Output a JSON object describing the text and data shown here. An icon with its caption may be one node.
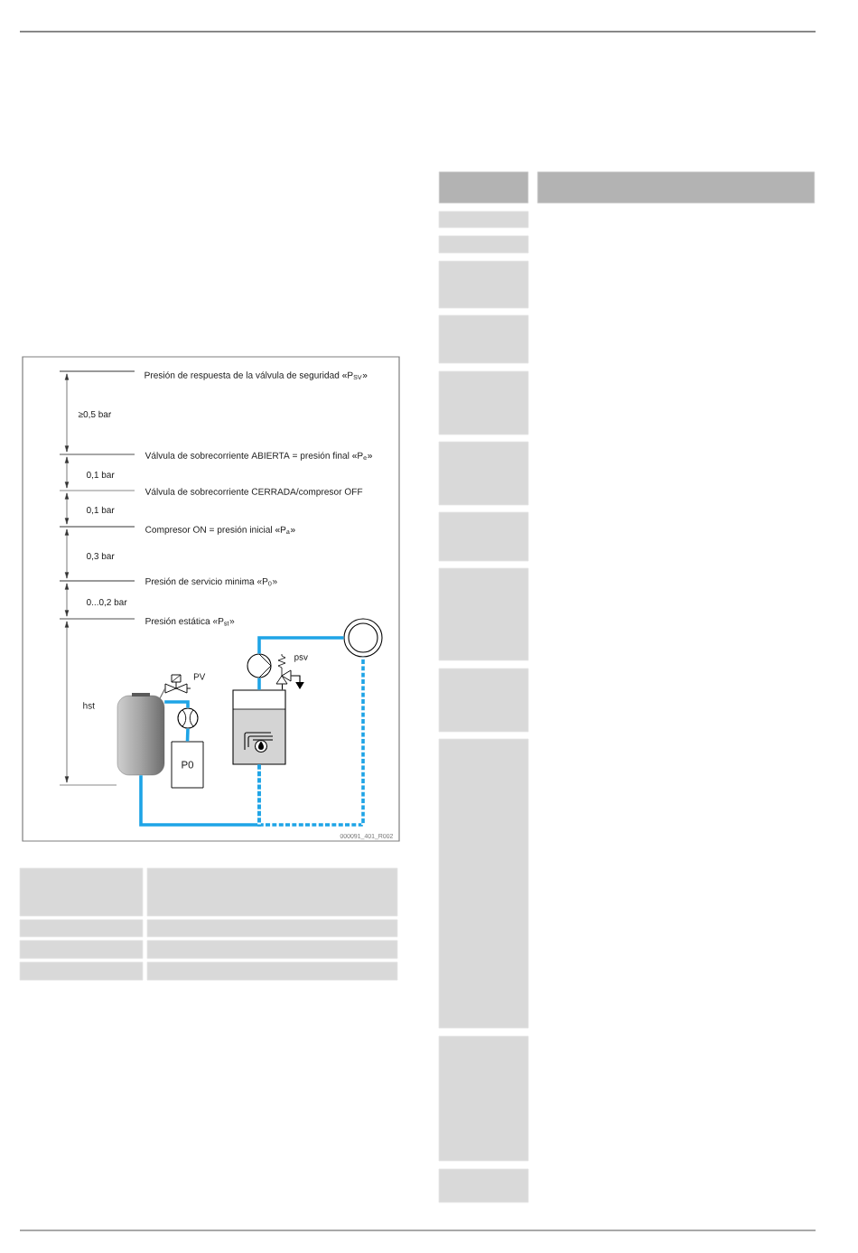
{
  "diagram": {
    "nodes": [
      {
        "text": [],
        "shape": "cylinder"
      },
      {
        "text": [],
        "shape": "valve",
        "beside": [
          "PV"
        ]
      },
      {
        "text": [],
        "shape": "circle"
      },
      {
        "text": [
          "P0"
        ]
      },
      {
        "text": [],
        "shape": "box"
      },
      {
        "text": [],
        "shape": "circle"
      },
      {
        "text": [],
        "shape": "valve",
        "beside": [
          "psv"
        ]
      },
      {
        "text": [],
        "shape": "circle"
      }
    ],
    "edges": [
      {
        "from": 0,
        "to": 1,
        "arrow": "none",
        "color": "#666666"
      },
      {
        "from": 0,
        "to": 2,
        "arrow": "none"
      },
      {
        "from": 2,
        "to": 3,
        "arrow": "none"
      },
      {
        "from": 0,
        "to": 4,
        "arrow": "none"
      },
      {
        "from": 4,
        "to": 5,
        "arrow": "none"
      },
      {
        "from": 4,
        "to": 6,
        "arrow": "none",
        "color": "#000000"
      },
      {
        "from": 5,
        "to": 7,
        "arrow": "none"
      },
      {
        "from": 4,
        "to": 7,
        "arrow": "none",
        "style": "dashed"
      },
      {
        "from": 6,
        "to": null,
        "arrow": "to",
        "color": "#000000"
      }
    ],
    "labels": [
      "Presión de respuesta de la válvula de seguridad «P$_{SV}$»",
      "≥0,5 bar",
      "Válvula de sobrecorriente ABIERTA = presión final «P$_{e}$»",
      "0,1 bar",
      "Válvula de sobrecorriente CERRADA/compresor OFF",
      "0,1 bar",
      "Compresor ON = presión inicial «P$_{a}$»",
      "0,3 bar",
      "Presión de servicio minima «P$_{0}$»",
      "0...0,2 bar",
      "Presión estática «P$_{st}$»",
      "hst",
      "000091_401_R002"
    ]
  }
}
